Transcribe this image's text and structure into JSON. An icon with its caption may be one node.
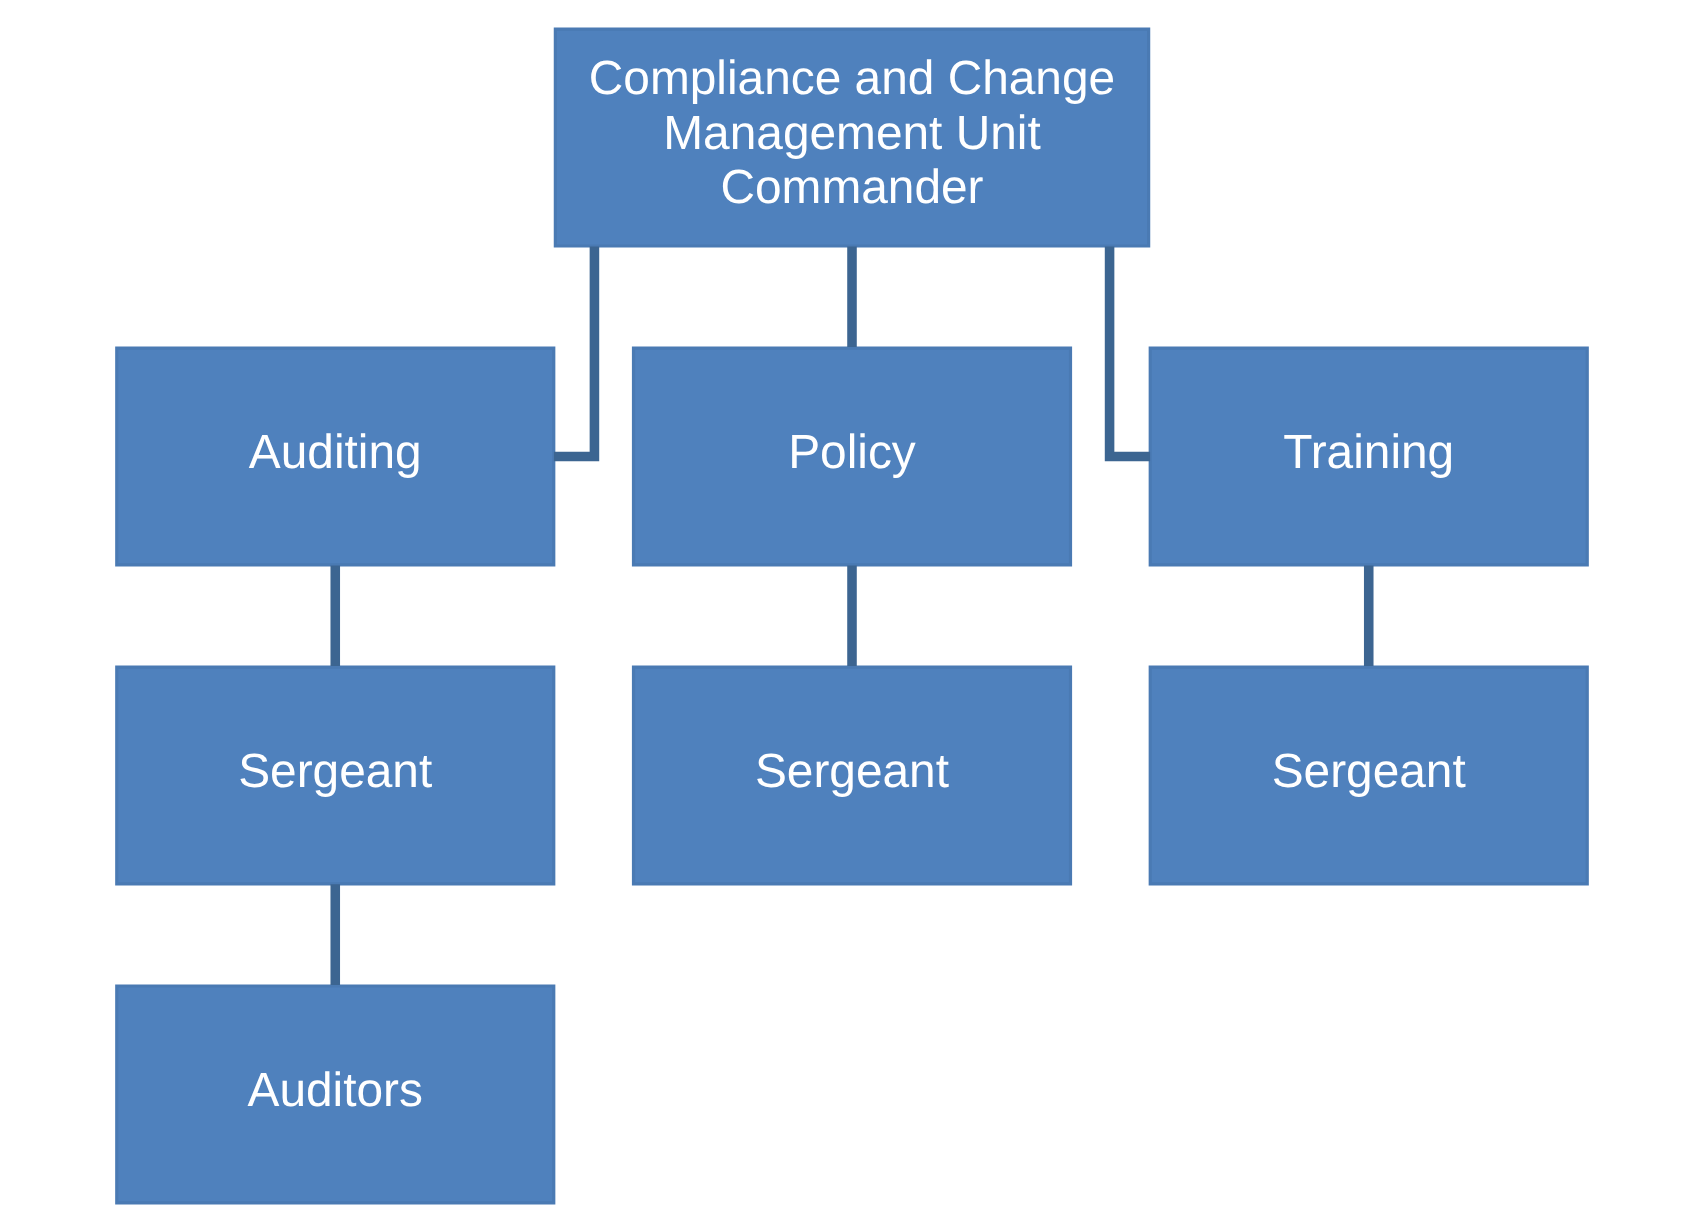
{
  "diagram": {
    "nodes": [
      {
        "text": [
          "Compliance and Change Management Unit Commander"
        ]
      },
      {
        "text": [
          "Auditing"
        ]
      },
      {
        "text": [
          "Policy"
        ]
      },
      {
        "text": [
          "Training"
        ]
      },
      {
        "text": [
          "Sergeant"
        ]
      },
      {
        "text": [
          "Sergeant"
        ]
      },
      {
        "text": [
          "Sergeant"
        ]
      },
      {
        "text": [
          "Auditors"
        ]
      }
    ],
    "edges": [
      {
        "from": 0,
        "to": 1,
        "arrow": "none"
      },
      {
        "from": 0,
        "to": 2,
        "arrow": "none"
      },
      {
        "from": 0,
        "to": 3,
        "arrow": "none"
      },
      {
        "from": 1,
        "to": 4,
        "arrow": "none"
      },
      {
        "from": 2,
        "to": 5,
        "arrow": "none"
      },
      {
        "from": 3,
        "to": 6,
        "arrow": "none"
      },
      {
        "from": 4,
        "to": 7,
        "arrow": "none"
      }
    ]
  }
}
